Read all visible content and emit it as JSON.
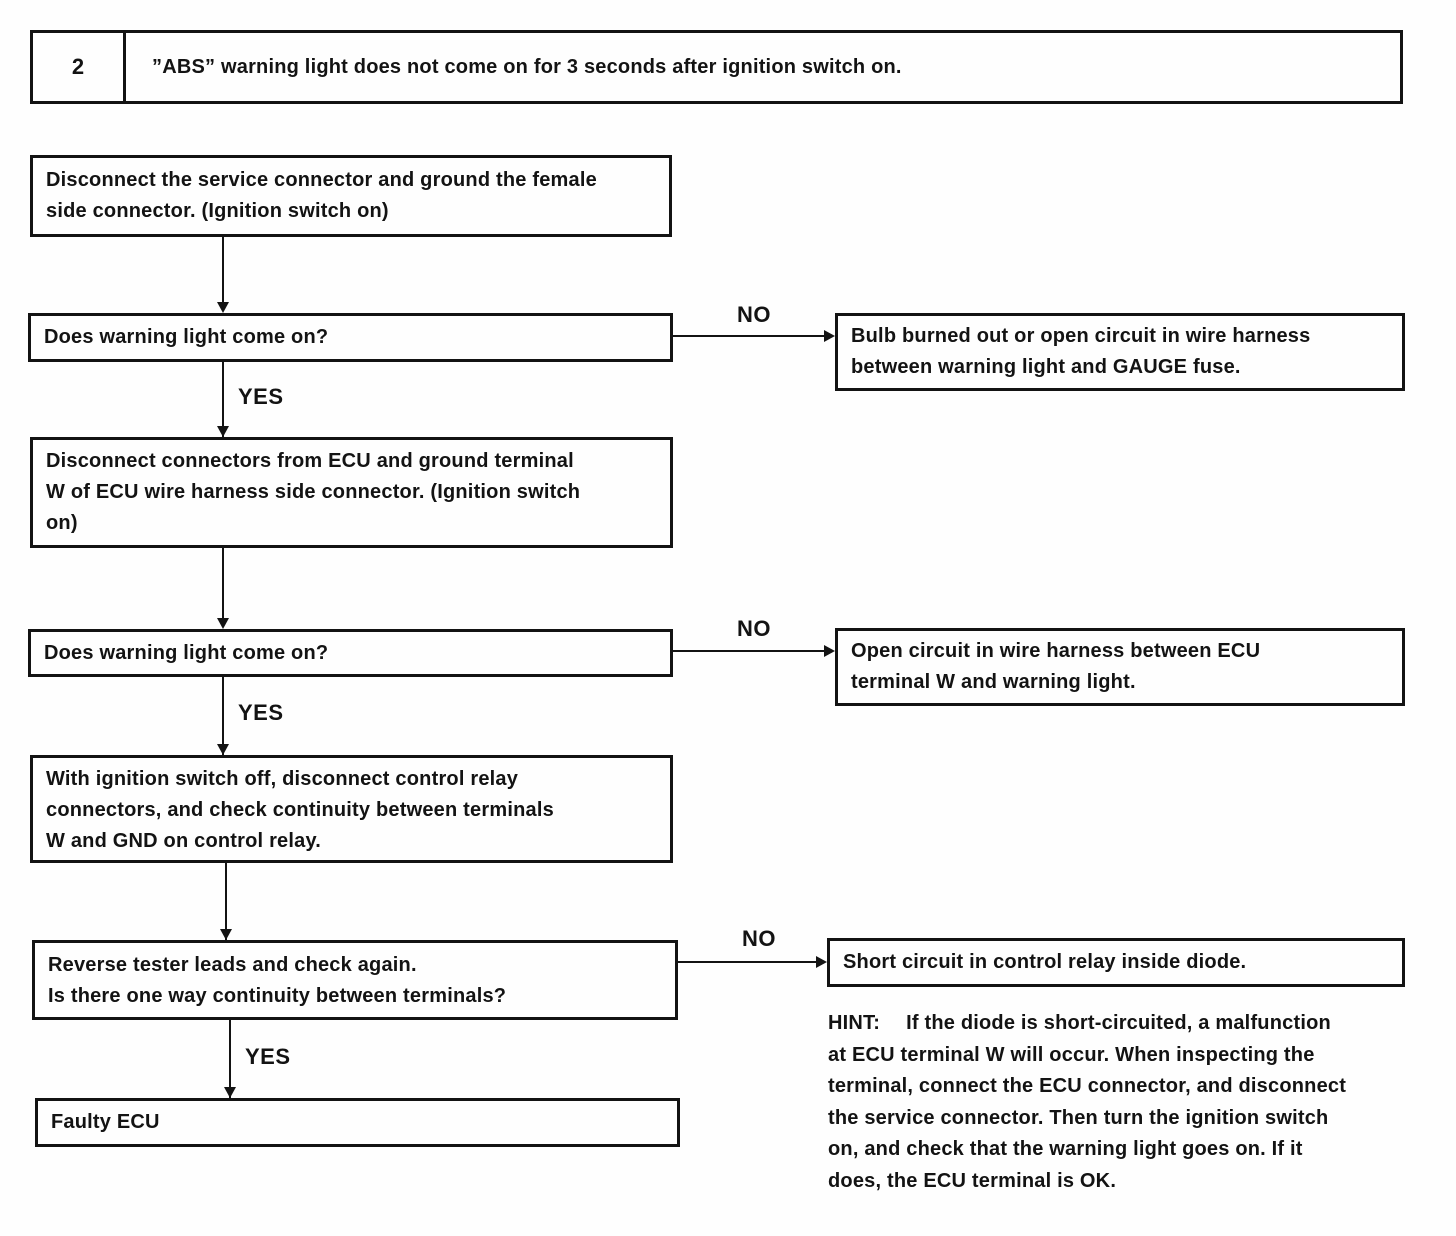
{
  "header": {
    "case_number": "2",
    "title": "”ABS” warning light does not come on for 3 seconds after ignition switch on."
  },
  "labels": {
    "yes": "YES",
    "no": "NO"
  },
  "flow": {
    "step_1": "Disconnect the service connector and ground the female\nside connector. (Ignition switch on)",
    "question_1": "Does warning light come on?",
    "step_2": "Disconnect connectors from ECU and ground terminal\nW of ECU wire harness side connector. (Ignition switch\non)",
    "question_2": "Does warning light come on?",
    "step_3": "With ignition switch off, disconnect control relay\nconnectors, and check continuity between terminals\nW and GND on control relay.",
    "question_3": "Reverse tester leads and check again.\nIs there one way continuity between terminals?",
    "final_result": "Faulty ECU"
  },
  "results": {
    "no_1": "Bulb burned out or open circuit in wire harness\nbetween warning light and GAUGE fuse.",
    "no_2": "Open circuit in wire harness between ECU\nterminal W and warning light.",
    "no_3": "Short circuit in control relay inside diode."
  },
  "hint": {
    "label": "HINT:",
    "text": "If the diode is short-circuited, a malfunction\nat ECU terminal W will occur. When inspecting the\nterminal, connect the ECU connector, and disconnect\nthe service connector. Then turn the ignition switch\non, and check that the warning light goes on. If it\ndoes, the ECU terminal is OK."
  },
  "colors": {
    "ink": "#131313",
    "background": "#fefefe"
  }
}
